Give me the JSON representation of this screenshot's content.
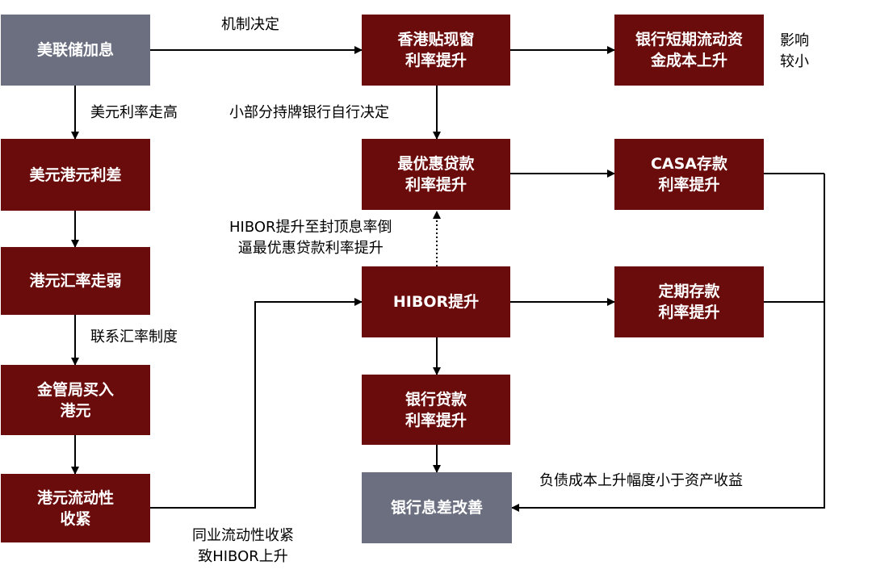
{
  "nodes": {
    "fed_hike": "美联储加息",
    "usd_hkd_spread": "美元港元利差",
    "hkd_weakens": "港元汇率走弱",
    "hkma_buys_hkd": "金管局买入\n港元",
    "hkd_liquidity_tightens": "港元流动性\n收紧",
    "discount_window_rate": "香港贴现窗\n利率提升",
    "bank_funding_cost": "银行短期流动资\n金成本上升",
    "prime_rate": "最优惠贷款\n利率提升",
    "casa_rate": "CASA存款\n利率提升",
    "hibor_rise": "HIBOR提升",
    "time_deposit_rate": "定期存款\n利率提升",
    "bank_loan_rate": "银行贷款\n利率提升",
    "nim_improves": "银行息差改善"
  },
  "labels": {
    "mechanism": "机制决定",
    "impact_small": "影响\n较小",
    "usd_rate_high": "美元利率走高",
    "some_banks_decide": "小部分持牌银行自行决定",
    "hibor_cap": "HIBOR提升至封顶息率倒\n逼最优惠贷款利率提升",
    "peg_system": "联系汇率制度",
    "interbank_tightening": "同业流动性收紧\n致HIBOR上升",
    "cost_vs_yield": "负债成本上升幅度小于资产收益"
  },
  "colors": {
    "node_red": "#6b0c0c",
    "node_gray": "#6b6f80",
    "arrow": "#000000",
    "text_on_node": "#ffffff"
  }
}
